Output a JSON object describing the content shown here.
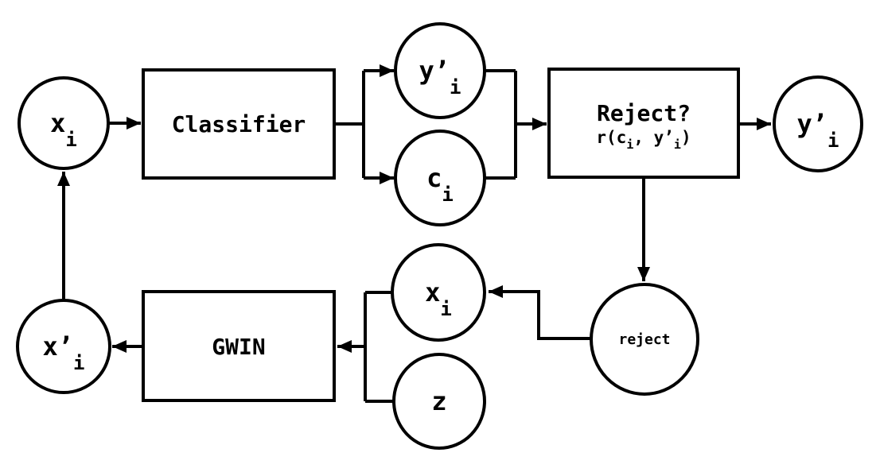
{
  "diagram": {
    "colors": {
      "stroke": "#000000",
      "background": "#ffffff"
    },
    "nodes": {
      "input": {
        "base": "x",
        "sub": "i"
      },
      "classifier": {
        "label": "Classifier"
      },
      "prediction": {
        "base": "y’",
        "sub": "i"
      },
      "confidence": {
        "base": "c",
        "sub": "i"
      },
      "reject_test": {
        "title": "Reject?",
        "formula": {
          "f1": "r(c",
          "f2": "i",
          "f3": ", y’",
          "f4": "i",
          "f5": ")"
        }
      },
      "output": {
        "base": "y’",
        "sub": "i"
      },
      "reject_state": {
        "label": "reject"
      },
      "recycled": {
        "base": "x",
        "sub": "i"
      },
      "noise": {
        "base": "z",
        "sub": ""
      },
      "gwin": {
        "label": "GWIN"
      },
      "regenerated": {
        "base": "x’",
        "sub": "i"
      }
    },
    "edges": [
      {
        "from": "input",
        "to": "classifier"
      },
      {
        "from": "classifier",
        "to": "prediction"
      },
      {
        "from": "classifier",
        "to": "confidence"
      },
      {
        "from": "prediction",
        "to": "reject_test"
      },
      {
        "from": "confidence",
        "to": "reject_test"
      },
      {
        "from": "reject_test",
        "to": "output"
      },
      {
        "from": "reject_test",
        "to": "reject_state"
      },
      {
        "from": "reject_state",
        "to": "recycled"
      },
      {
        "from": "recycled",
        "to": "gwin"
      },
      {
        "from": "noise",
        "to": "gwin"
      },
      {
        "from": "gwin",
        "to": "regenerated"
      },
      {
        "from": "regenerated",
        "to": "input"
      }
    ]
  }
}
